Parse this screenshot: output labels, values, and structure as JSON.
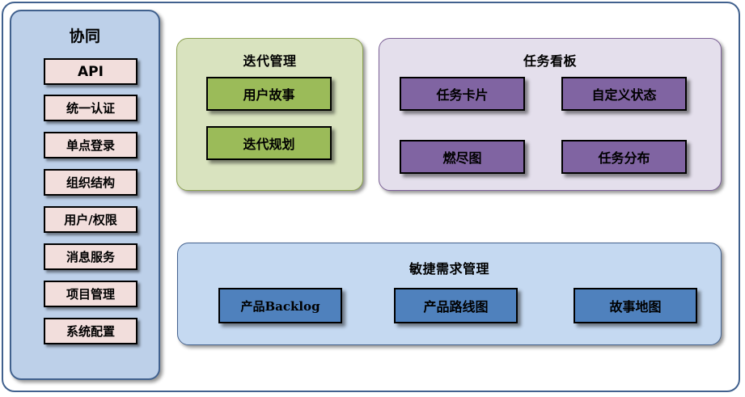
{
  "colors": {
    "frame_border": "#41618e",
    "sidebar_bg": "#bdd0e9",
    "sidebar_item_bg": "#f2dedc",
    "iteration_bg": "#d9e3bf",
    "iteration_box_bg": "#9bbb59",
    "taskboard_bg": "#e4dfec",
    "taskboard_box_bg": "#8064a2",
    "agile_bg": "#c5d9f1",
    "agile_box_bg": "#4f81bd"
  },
  "sidebar": {
    "title": "协同",
    "items": [
      {
        "label": "API",
        "script": "latin"
      },
      {
        "label": "统一认证",
        "script": "cjk"
      },
      {
        "label": "单点登录",
        "script": "cjk"
      },
      {
        "label": "组织结构",
        "script": "cjk"
      },
      {
        "label": "用户/权限",
        "script": "cjk"
      },
      {
        "label": "消息服务",
        "script": "cjk"
      },
      {
        "label": "项目管理",
        "script": "cjk"
      },
      {
        "label": "系统配置",
        "script": "cjk"
      }
    ]
  },
  "iteration": {
    "title": "迭代管理",
    "boxes": [
      {
        "label": "用户故事"
      },
      {
        "label": "迭代规划"
      }
    ]
  },
  "taskboard": {
    "title": "任务看板",
    "boxes": [
      {
        "label": "任务卡片"
      },
      {
        "label": "自定义状态"
      },
      {
        "label": "燃尽图"
      },
      {
        "label": "任务分布"
      }
    ]
  },
  "agile": {
    "title": "敏捷需求管理",
    "boxes": [
      {
        "label": "产品Backlog"
      },
      {
        "label": "产品路线图"
      },
      {
        "label": "故事地图"
      }
    ]
  }
}
